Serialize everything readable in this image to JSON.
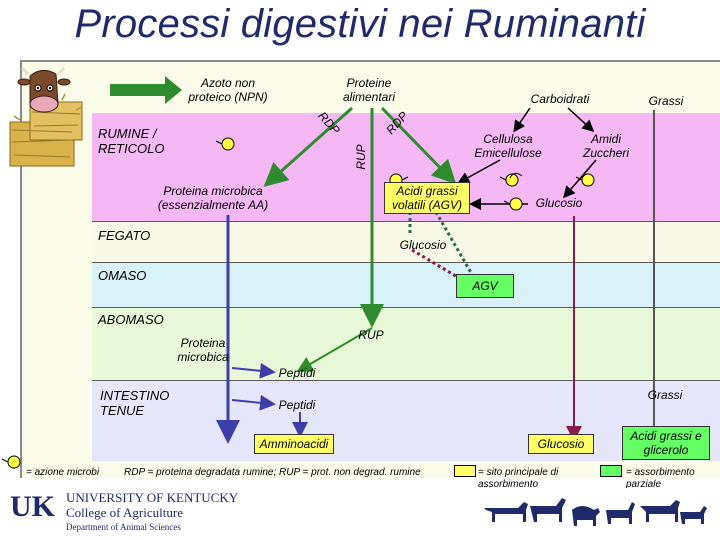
{
  "title": "Processi digestivi nei Ruminanti",
  "sources": {
    "npn": "Azoto non proteico (NPN)",
    "proteins": "Proteine alimentari",
    "carbs": "Carboidrati",
    "fats": "Grassi"
  },
  "compartments": {
    "rumen": "RUMINE / RETICOLO",
    "liver": "FEGATO",
    "omasum": "OMASO",
    "abomasum": "ABOMASO",
    "intestine": "INTESTINO TENUE"
  },
  "nodes": {
    "rdp_left": "RDP",
    "rdp_right": "RDP",
    "rup_vertical": "RUP",
    "cellulose": "Cellulosa Emicellulose",
    "starch": "Amidi Zuccheri",
    "microbial_protein": "Proteina microbica (essenzialmente AA)",
    "vfa": "Acidi grassi volatili (AGV)",
    "glucose_rumen": "Glucosio",
    "glucose_liver": "Glucosio",
    "agv_omasum": "AGV",
    "rup_abomasum": "RUP",
    "microbial_protein_abomasum": "Proteina microbica",
    "peptides_abomasum": "Peptidi",
    "fats_intestine": "Grassi",
    "peptides_intestine": "Peptidi",
    "amino_acids": "Amminoacidi",
    "glucose_intestine": "Glucosio",
    "fatty_acids_glycerol": "Acidi grassi e glicerolo"
  },
  "legend": {
    "microbes": "= azione microbi",
    "definitions": "RDP = proteina degradata rumine; RUP = prot. non degrad. rumine",
    "main_site": "= sito principale di assorbimento",
    "partial": "= assorbimento parziale"
  },
  "footer": {
    "logo_letters": "UK",
    "university": "UNIVERSITY OF KENTUCKY",
    "college": "College of Agriculture",
    "department": "Department of Animal Sciences"
  },
  "colors": {
    "title": "#1f2a6b",
    "rumen_band": "#f5b8f5",
    "liver_band": "#f8f8e6",
    "omasum_band": "#d8f0f8",
    "abomasum_band": "#e8f7d8",
    "intestine_band": "#e6e6fa",
    "green_arrow": "#2e8b2e",
    "blue_arrow": "#3e3ea8",
    "vfa_path": "#1f6b4a",
    "glucose_path": "#8b1a4a",
    "yellow_box": "#ffff66",
    "green_box": "#66ff66"
  }
}
